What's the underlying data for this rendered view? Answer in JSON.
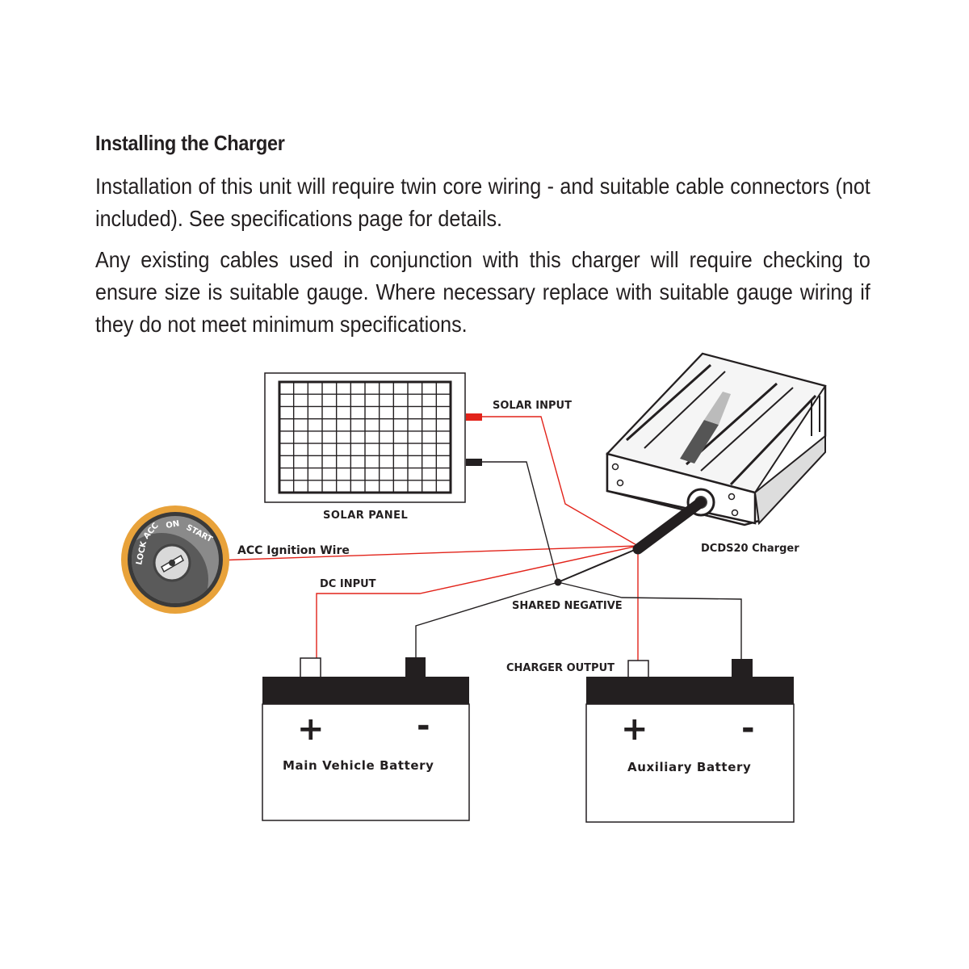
{
  "section": {
    "heading": "Installing the Charger",
    "paragraphs": [
      "Installation of this unit will require twin core wiring - and suitable cable connectors (not included). See specifications page for details.",
      "Any existing cables used in conjunction with this charger will require checking to ensure size is suitable gauge. Where necessary replace with suitable gauge wiring if they do not meet minimum specifications."
    ]
  },
  "diagram": {
    "labels": {
      "solar_panel": "SOLAR PANEL",
      "solar_input": "SOLAR INPUT",
      "charger_name": "DCDS20 Charger",
      "acc_wire": "ACC Ignition Wire",
      "dc_input": "DC INPUT",
      "shared_negative": "SHARED NEGATIVE",
      "charger_output": "CHARGER OUTPUT",
      "main_battery": "Main Vehicle Battery",
      "aux_battery": "Auxiliary Battery",
      "plus": "+",
      "minus": "-"
    },
    "ignition_switch": {
      "positions": "Lock ACC ON START"
    },
    "colors": {
      "positive_wire": "#e2231a",
      "negative_wire": "#231f20",
      "switch_ring": "#e8a23a",
      "text": "#231f20"
    }
  }
}
